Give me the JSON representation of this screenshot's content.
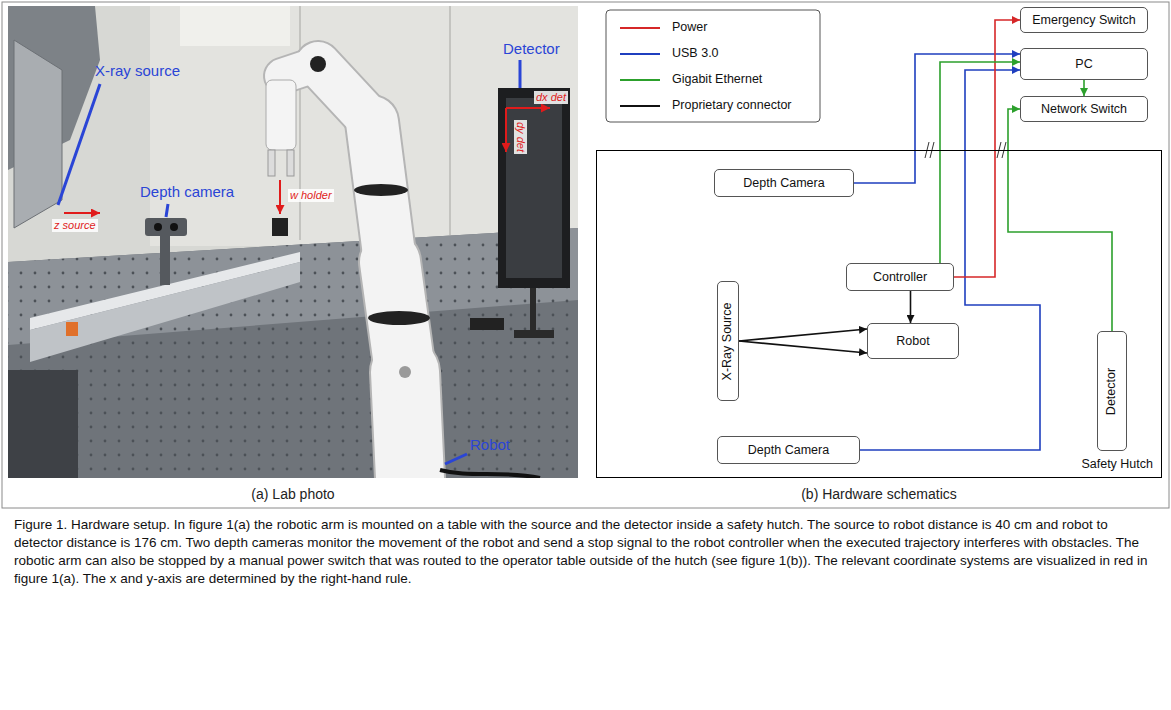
{
  "diagram": {
    "caption": "Figure 1. Hardware setup. In figure 1(a) the robotic arm is mounted on a table with the source and the detector inside a safety hutch. The source to robot distance is 40 cm and robot to detector distance is 176 cm. Two depth cameras monitor the movement of the robot and send a stop signal to the robot controller when the executed trajectory interferes with obstacles. The robotic arm can also be stopped by a manual power switch that was routed to the operator table outside of the hutch (see figure 1(b)). The relevant coordinate systems are visualized in red in figure 1(a). The x and y-axis are determined by the right-hand rule.",
    "nodes": [
      {
        "text": [
          "Emergency Switch"
        ]
      },
      {
        "text": [
          "PC"
        ]
      },
      {
        "text": [
          "Network Switch"
        ]
      },
      {
        "text": [
          "Safety Hutch"
        ]
      },
      {
        "text": [
          "Depth Camera"
        ],
        "in": 3
      },
      {
        "text": [
          "Controller"
        ],
        "in": 3
      },
      {
        "text": [
          "X-Ray Source"
        ],
        "in": 3
      },
      {
        "text": [
          "Robot"
        ],
        "in": 3
      },
      {
        "text": [
          "Detector"
        ],
        "in": 3
      },
      {
        "text": [
          "Depth Camera"
        ],
        "in": 3
      }
    ],
    "edges": [
      {
        "from": 4,
        "to": 1,
        "arrow": "to"
      },
      {
        "from": 9,
        "to": 1,
        "arrow": "to"
      },
      {
        "from": 5,
        "to": 0,
        "arrow": "to"
      },
      {
        "from": 5,
        "to": 1,
        "arrow": "to"
      },
      {
        "from": 1,
        "to": 2,
        "arrow": "to"
      },
      {
        "from": 8,
        "to": 2,
        "arrow": "to"
      },
      {
        "from": 5,
        "to": 7,
        "arrow": "to"
      },
      {
        "from": 6,
        "to": 7,
        "arrow": "to"
      },
      {
        "from": 6,
        "to": 7,
        "arrow": "to"
      }
    ],
    "labels": [
      "X-ray source",
      "Depth camera",
      "Detector",
      "Robot",
      "z source",
      "w holder",
      "dx det",
      "dy det",
      "(a) Lab photo",
      "(b) Hardware schematics"
    ],
    "legend": [
      {
        "text": "Power"
      },
      {
        "text": "USB 3.0"
      },
      {
        "text": "Gigabit Ethernet"
      },
      {
        "text": "Proprietary connector"
      }
    ]
  }
}
